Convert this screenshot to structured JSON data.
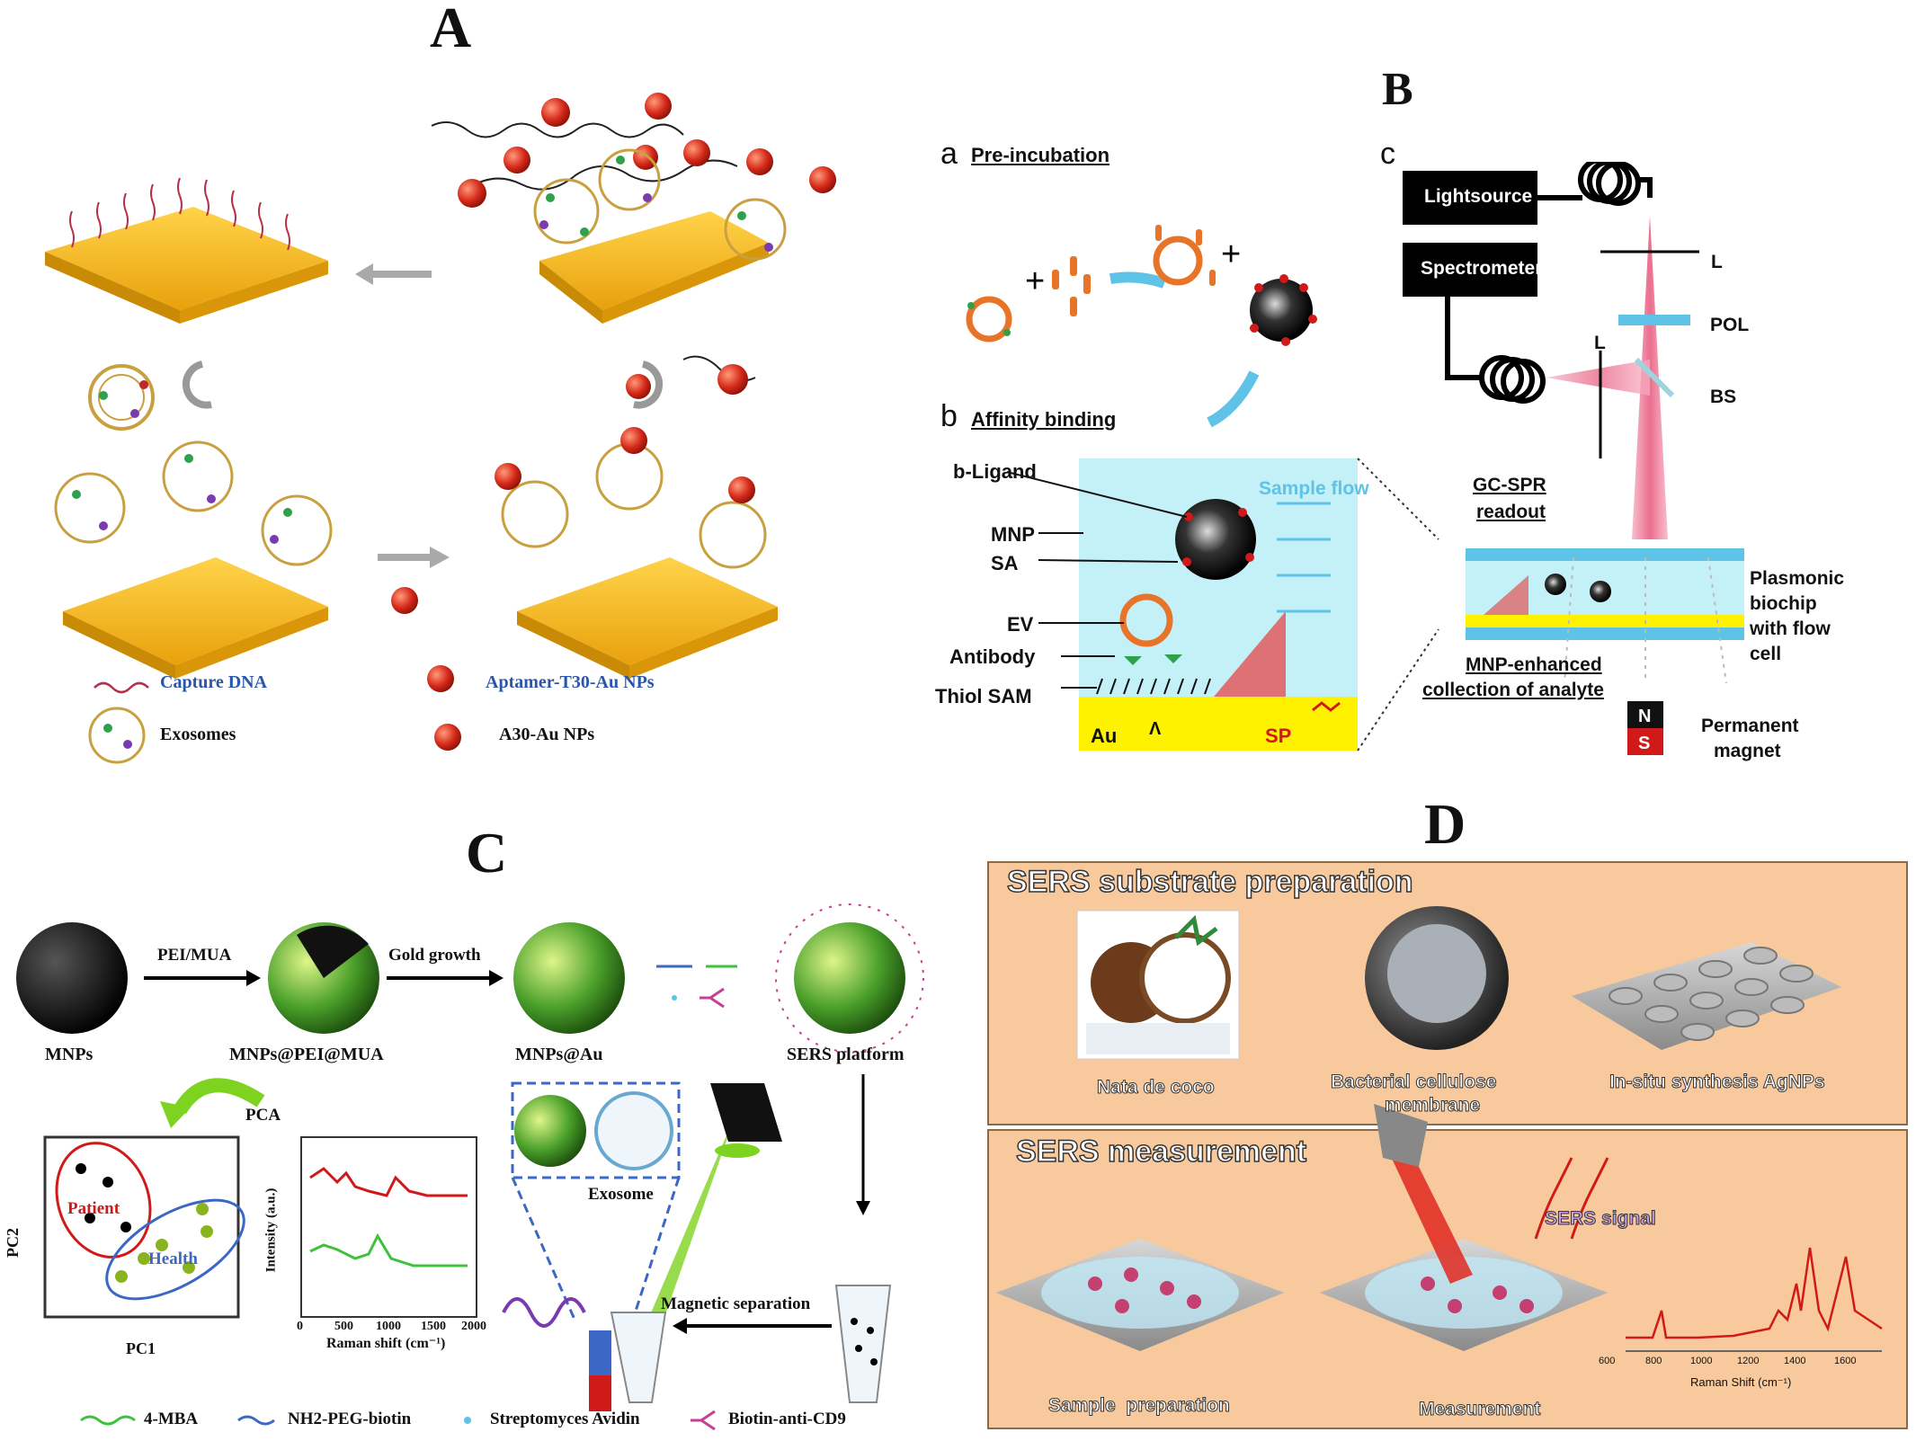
{
  "panel_letters": {
    "A": "A",
    "B": "B",
    "C": "C",
    "D": "D"
  },
  "panel_a": {
    "legend": [
      "Capture DNA",
      "Exosomes",
      "Aptamer-T30-Au NPs",
      "A30-Au NPs"
    ]
  },
  "panel_b": {
    "sub_a_letter": "a",
    "sub_a_title": "Pre-incubation",
    "sub_b_letter": "b",
    "sub_b_title": "Affinity binding",
    "sub_c_letter": "c",
    "labels": {
      "b_ligand": "b-Ligand",
      "mnp": "MNP",
      "sa": "SA",
      "ev": "EV",
      "antibody": "Antibody",
      "thiol_sam": "Thiol SAM",
      "au": "Au",
      "sp": "SP",
      "lambda": "Λ",
      "sample_flow": "Sample flow"
    },
    "optics": {
      "lightsource": "Lightsource",
      "spectrometer": "Spectrometer",
      "l1": "L",
      "l2": "L",
      "pol": "POL",
      "bs": "BS",
      "gc_spr_1": "GC-SPR",
      "gc_spr_2": "readout",
      "biochip_1": "Plasmonic",
      "biochip_2": "biochip",
      "biochip_3": "with flow",
      "biochip_4": "cell",
      "mnp_enh_1": "MNP-enhanced",
      "mnp_enh_2": "collection of analyte",
      "magnet_1": "Permanent",
      "magnet_2": "magnet",
      "n": "N",
      "s": "S"
    }
  },
  "panel_c": {
    "steps": [
      "PEI/MUA",
      "Gold growth"
    ],
    "particles": [
      "MNPs",
      "MNPs@PEI@MUA",
      "MNPs@Au",
      "SERS platform"
    ],
    "pca": "PCA",
    "pc1": "PC1",
    "pc2": "PC2",
    "patient": "Patient",
    "health": "Health",
    "exosome": "Exosome",
    "magnetic_separation": "Magnetic separation",
    "ylabel": "Intensity (a.u.)",
    "xlabel": "Raman shift (cm⁻¹)",
    "ticks": [
      "0",
      "500",
      "1000",
      "1500",
      "2000"
    ],
    "legend": [
      "4-MBA",
      "NH2-PEG-biotin",
      "Streptomyces Avidin",
      "Biotin-anti-CD9"
    ]
  },
  "panel_d": {
    "top_title": "SERS substrate preparation",
    "top_items": [
      "Nata de coco",
      "Bacterial cellulose",
      "membrane",
      "In-situ synthesis AgNPs"
    ],
    "bottom_title": "SERS measurement",
    "bottom_items": [
      "Sample  preparation",
      "Measurement"
    ],
    "signal": "SERS signal",
    "ticks": [
      "600",
      "800",
      "1000",
      "1200",
      "1400",
      "1600"
    ],
    "xlabel": "Raman Shift (cm⁻¹)"
  },
  "colors": {
    "gold": "#f5b81c",
    "red_np": "#d62a1a",
    "tan_bg": "#f7c99c",
    "cyan": "#bfeef6",
    "pink": "#e8557a"
  }
}
